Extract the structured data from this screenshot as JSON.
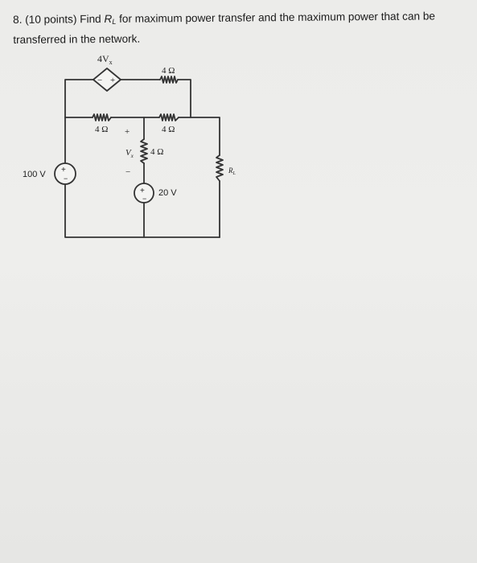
{
  "question": {
    "number": "8.",
    "points": "(10 points)",
    "text_before_symbol": "Find",
    "symbol_main": "R",
    "symbol_sub": "L",
    "text_after_symbol": "for maximum power transfer and the maximum power that can be",
    "line2": "transferred in the network."
  },
  "circuit": {
    "dependent_source_label": "4V",
    "dependent_source_sub": "x",
    "dependent_source_minus": "−",
    "dependent_source_plus": "+",
    "top_resistor": "4 Ω",
    "left_resistor": "4 Ω",
    "right_resistor": "4 Ω",
    "middle_resistor": "4 Ω",
    "vx_label": "V",
    "vx_sub": "x",
    "vx_plus": "+",
    "vx_minus": "−",
    "source_100v": "100 V",
    "source_20v": "20 V",
    "source_plus": "+",
    "source_minus": "−",
    "load_label": "R",
    "load_sub": "L"
  }
}
